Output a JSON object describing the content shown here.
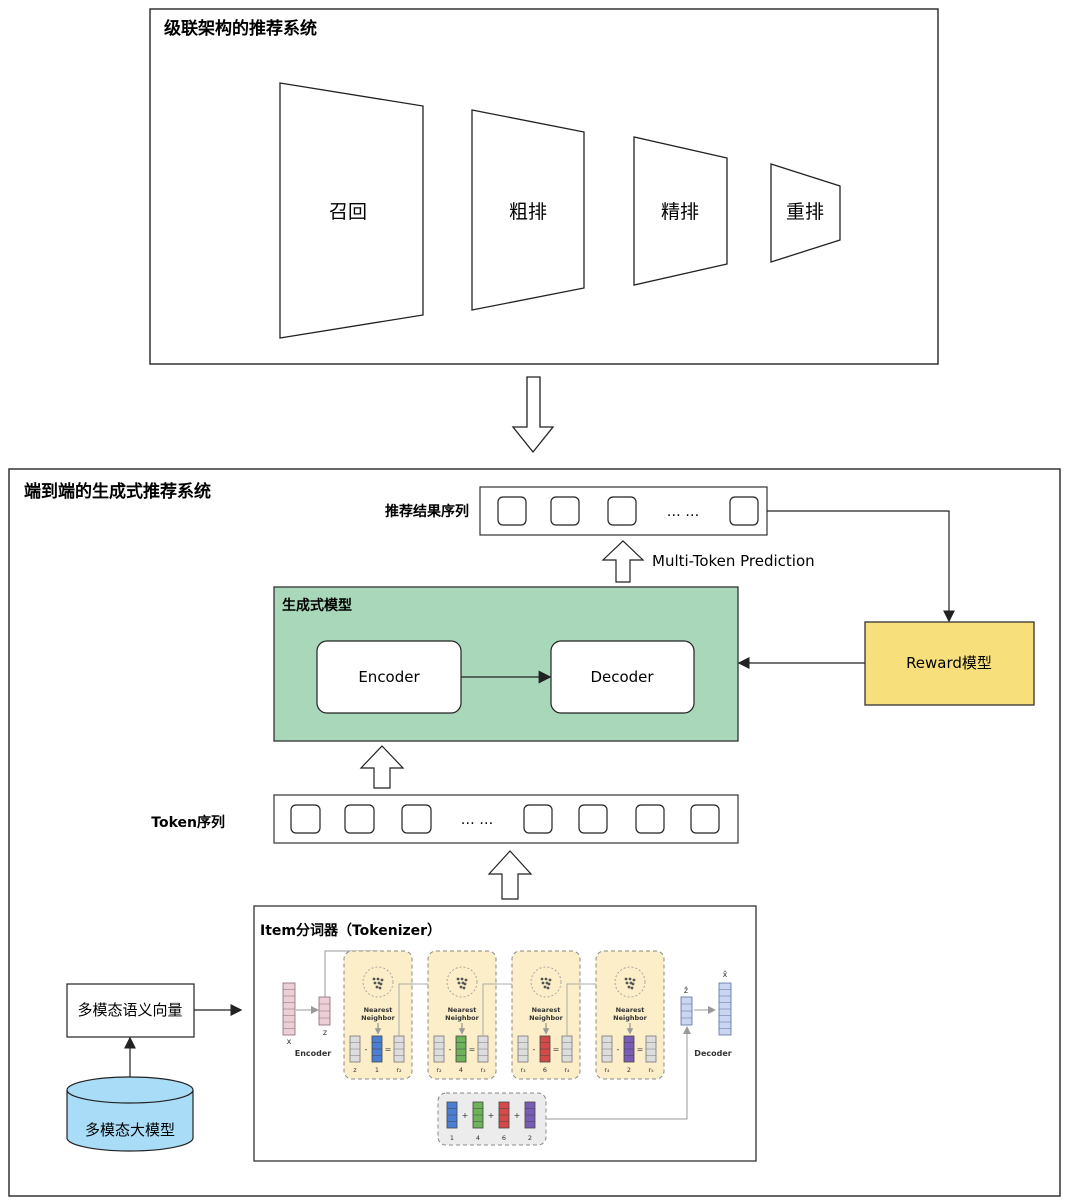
{
  "cascade": {
    "title": "级联架构的推荐系统",
    "stages": [
      "召回",
      "粗排",
      "精排",
      "重排"
    ]
  },
  "e2e": {
    "title": "端到端的生成式推荐系统",
    "result_label": "推荐结果序列",
    "result_ellipsis": "… …",
    "mtp_label": "Multi-Token Prediction",
    "gen_model": {
      "title": "生成式模型",
      "encoder": "Encoder",
      "decoder": "Decoder"
    },
    "reward_label": "Reward模型",
    "token_seq_label": "Token序列",
    "token_ellipsis": "… …",
    "tokenizer": {
      "title": "Item分词器（Tokenizer）",
      "x_label": "x",
      "z_label": "z",
      "encoder_label": "Encoder",
      "decoder_label": "Decoder",
      "zhat_label": "ẑ",
      "xhat_label": "x̂",
      "nn_label_1": "Nearest",
      "nn_label_2": "Neighbor",
      "residuals": [
        "z",
        "r₂",
        "r₃",
        "r₄"
      ],
      "next_residuals": [
        "r₂",
        "r₃",
        "r₄",
        "r₅"
      ],
      "codes": [
        "1",
        "4",
        "6",
        "2"
      ],
      "code_colors": [
        "#4a7fd4",
        "#6db35a",
        "#d44a4a",
        "#7a5bb5"
      ],
      "sum_codes": [
        "1",
        "4",
        "6",
        "2"
      ]
    },
    "mm_vector_label": "多模态语义向量",
    "mm_model_label": "多模态大模型"
  },
  "colors": {
    "gen_model_fill": "#a8d8b9",
    "reward_fill": "#f7e07b",
    "db_fill": "#a8dcf7",
    "codebook_fill": "#fbeec8"
  }
}
